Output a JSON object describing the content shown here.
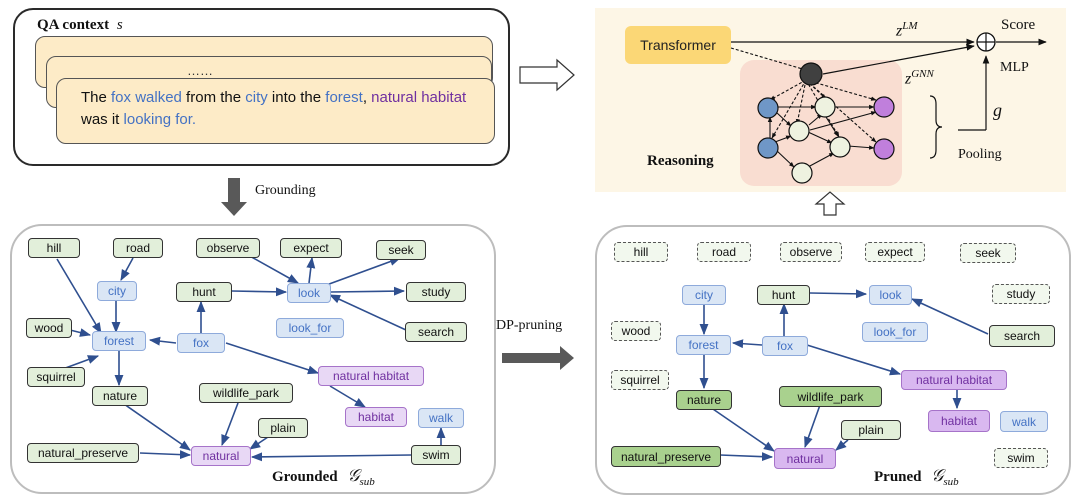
{
  "qa_context": {
    "title": "QA context",
    "title_symbol": "s",
    "ellipsis": "……",
    "sentence_parts": [
      {
        "text": "The ",
        "color": "#111111"
      },
      {
        "text": "fox walked",
        "color": "#4472c4"
      },
      {
        "text": " from the ",
        "color": "#111111"
      },
      {
        "text": "city",
        "color": "#4472c4"
      },
      {
        "text": " into the ",
        "color": "#111111"
      },
      {
        "text": "forest",
        "color": "#4472c4"
      },
      {
        "text": ", ",
        "color": "#111111"
      },
      {
        "text": "natural habitat",
        "color": "#7030a0"
      },
      {
        "text": " was it ",
        "color": "#111111"
      },
      {
        "text": "looking for.",
        "color": "#4472c4"
      }
    ]
  },
  "arrows": {
    "grounding": "Grounding",
    "dp_pruning": "DP-pruning"
  },
  "reasoning": {
    "transformer": "Transformer",
    "z_lm": "z",
    "z_lm_sup": "LM",
    "z_gnn": "z",
    "z_gnn_sup": "GNN",
    "plus": "⊕",
    "score": "Score",
    "mlp": "MLP",
    "g": "g",
    "pooling": "Pooling",
    "reasoning_label": "Reasoning",
    "colors": {
      "transformer_bg": "#fbd776",
      "panel_bg": "#fdf6e6",
      "reason_bg": "#f9ddd1"
    }
  },
  "grounded": {
    "caption": "Grounded",
    "caption_symbol": "𝒢",
    "caption_sub": "sub",
    "nodes": {
      "hill": "hill",
      "road": "road",
      "observe": "observe",
      "expect": "expect",
      "seek": "seek",
      "city": "city",
      "hunt": "hunt",
      "look": "look",
      "study": "study",
      "wood": "wood",
      "forest": "forest",
      "fox": "fox",
      "look_for": "look_for",
      "search": "search",
      "squirrel": "squirrel",
      "natural_habitat": "natural habitat",
      "nature": "nature",
      "wildlife_park": "wildlife_park",
      "habitat": "habitat",
      "walk": "walk",
      "plain": "plain",
      "natural_preserve": "natural_preserve",
      "natural": "natural",
      "swim": "swim"
    }
  },
  "pruned": {
    "caption": "Pruned",
    "caption_symbol": "𝒢",
    "caption_sub": "sub",
    "nodes": {
      "hill": "hill",
      "road": "road",
      "observe": "observe",
      "expect": "expect",
      "seek": "seek",
      "study": "study",
      "city": "city",
      "hunt": "hunt",
      "look": "look",
      "wood": "wood",
      "look_for": "look_for",
      "search": "search",
      "forest": "forest",
      "fox": "fox",
      "squirrel": "squirrel",
      "natural_habitat": "natural habitat",
      "nature": "nature",
      "wildlife_park": "wildlife_park",
      "habitat": "habitat",
      "walk": "walk",
      "plain": "plain",
      "natural_preserve": "natural_preserve",
      "natural": "natural",
      "swim": "swim"
    }
  }
}
